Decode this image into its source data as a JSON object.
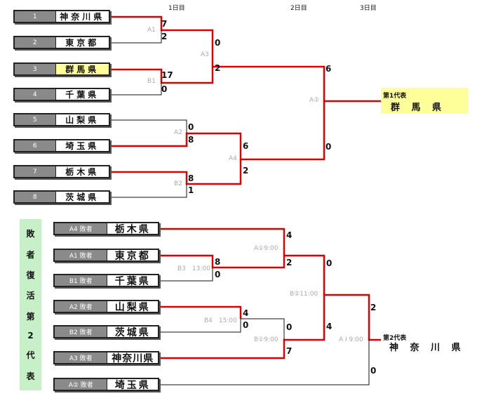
{
  "days": [
    "1日目",
    "2日目",
    "3日目"
  ],
  "main": {
    "teams": [
      {
        "num": "1",
        "name": "神奈川県"
      },
      {
        "num": "2",
        "name": "東京都"
      },
      {
        "num": "3",
        "name": "群馬県"
      },
      {
        "num": "4",
        "name": "千葉県"
      },
      {
        "num": "5",
        "name": "山梨県"
      },
      {
        "num": "6",
        "name": "埼玉県"
      },
      {
        "num": "7",
        "name": "栃木県"
      },
      {
        "num": "8",
        "name": "茨城県"
      }
    ],
    "matches": [
      {
        "id": "A1",
        "label": "A1",
        "scores": [
          "7",
          "2"
        ]
      },
      {
        "id": "B1",
        "label": "B1",
        "scores": [
          "17",
          "0"
        ]
      },
      {
        "id": "A2",
        "label": "A2",
        "scores": [
          "0",
          "8"
        ]
      },
      {
        "id": "B2",
        "label": "B2",
        "scores": [
          "8",
          "1"
        ]
      },
      {
        "id": "A3",
        "label": "A3",
        "scores": [
          "0",
          "2"
        ]
      },
      {
        "id": "A4",
        "label": "A4",
        "scores": [
          "6",
          "2"
        ]
      },
      {
        "id": "A5",
        "label": "A②",
        "scores": [
          "6",
          "0"
        ]
      }
    ],
    "winner": {
      "caption": "第1代表",
      "name": "群 馬 県"
    }
  },
  "repechage": {
    "title_chars": [
      "敗",
      "者",
      "復",
      "活",
      "第",
      "2",
      "代",
      "表"
    ],
    "teams": [
      {
        "num": "A4 敗者",
        "name": "栃木県"
      },
      {
        "num": "A1 敗者",
        "name": "東京都"
      },
      {
        "num": "B1 敗者",
        "name": "千葉県"
      },
      {
        "num": "A2 敗者",
        "name": "山梨県"
      },
      {
        "num": "B2 敗者",
        "name": "茨城県"
      },
      {
        "num": "A3 敗者",
        "name": "神奈川県"
      },
      {
        "num": "A② 敗者",
        "name": "埼玉県"
      }
    ],
    "matches": [
      {
        "id": "B3",
        "label": "B3　13:00",
        "scores": [
          "8",
          "0"
        ]
      },
      {
        "id": "B4",
        "label": "B4　15:00",
        "scores": [
          "4",
          "0"
        ]
      },
      {
        "id": "RA1",
        "label": "A①9:00",
        "scores": [
          "4",
          "2"
        ]
      },
      {
        "id": "RB1",
        "label": "B①9:00",
        "scores": [
          "0",
          "7"
        ]
      },
      {
        "id": "RB2",
        "label": "B②11:00",
        "scores": [
          "0",
          "4"
        ]
      },
      {
        "id": "RAI",
        "label": "A I 9:00",
        "scores": [
          "2",
          "0"
        ]
      }
    ],
    "winner": {
      "caption": "第2代表",
      "name": "神 奈 川 県"
    }
  }
}
